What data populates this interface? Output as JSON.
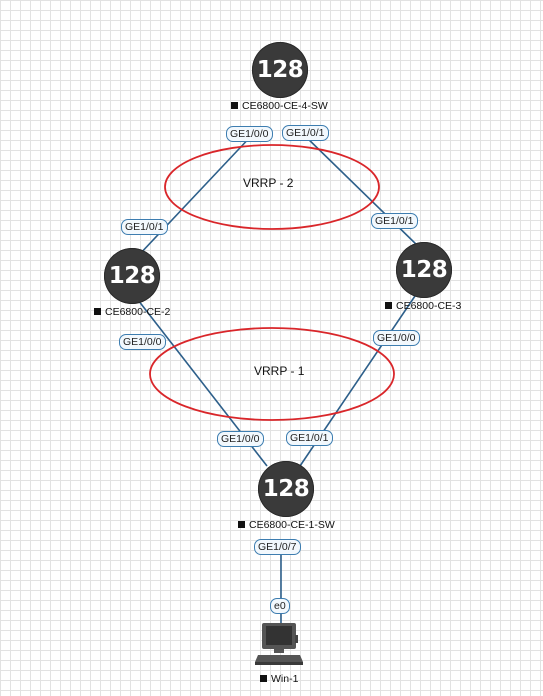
{
  "devices": {
    "sw4": {
      "label": "CE6800-CE-4-SW",
      "icon_text": "128",
      "icon": "switch-icon"
    },
    "ce2": {
      "label": "CE6800-CE-2",
      "icon_text": "128",
      "icon": "switch-icon"
    },
    "ce3": {
      "label": "CE6800-CE-3",
      "icon_text": "128",
      "icon": "switch-icon"
    },
    "sw1": {
      "label": "CE6800-CE-1-SW",
      "icon_text": "128",
      "icon": "switch-icon"
    },
    "win1": {
      "label": "Win-1",
      "icon": "pc-icon"
    }
  },
  "ports": {
    "sw4_a": "GE1/0/0",
    "sw4_b": "GE1/0/1",
    "ce2_top": "GE1/0/1",
    "ce3_top": "GE1/0/1",
    "ce2_bottom": "GE1/0/0",
    "ce3_bottom": "GE1/0/0",
    "sw1_a": "GE1/0/0",
    "sw1_b": "GE1/0/1",
    "sw1_down": "GE1/0/7",
    "win1_eth": "e0"
  },
  "groups": {
    "vrrp2": "VRRP - 2",
    "vrrp1": "VRRP - 1"
  },
  "colors": {
    "link": "#2d5f8a",
    "ellipse": "#d9262a",
    "device": "#3a3a3a"
  }
}
